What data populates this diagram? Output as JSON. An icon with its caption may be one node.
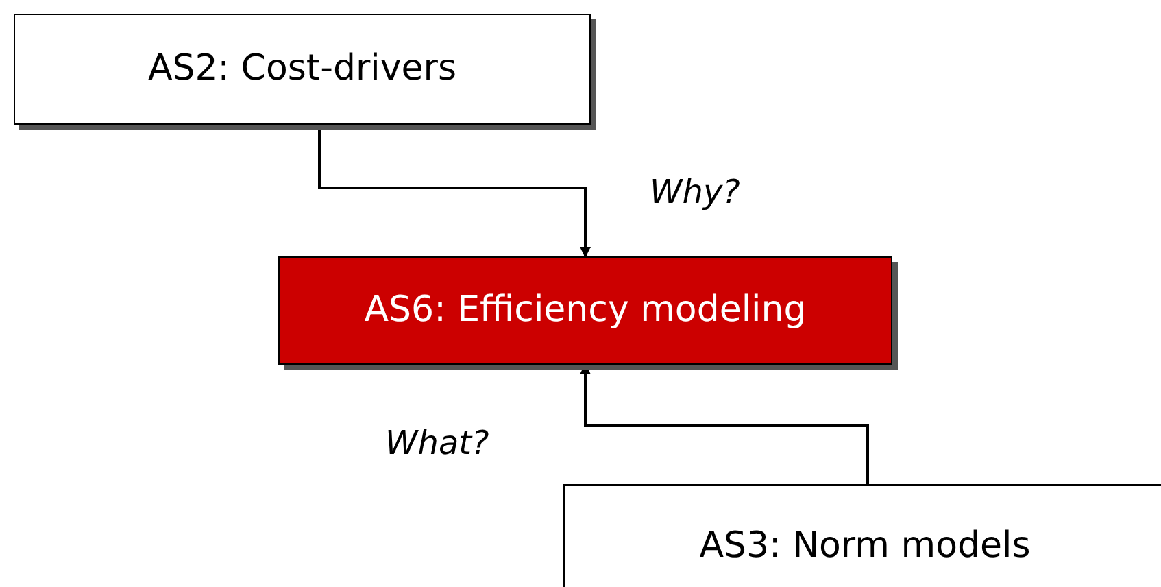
{
  "diagram": {
    "nodes": [
      {
        "text": [
          "AS2: Cost-drivers"
        ]
      },
      {
        "text": [
          "AS6: Efficiency modeling"
        ]
      },
      {
        "text": [
          "AS3: Norm models"
        ]
      }
    ],
    "edges": [
      {
        "from": 0,
        "to": 1,
        "arrow": "to",
        "label": "Why?"
      },
      {
        "from": 2,
        "to": 1,
        "arrow": "to",
        "label": "What?"
      }
    ]
  }
}
